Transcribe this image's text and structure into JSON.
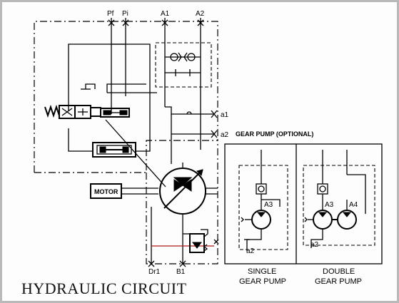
{
  "title": "HYDRAULIC CIRCUIT",
  "ports": {
    "pf": "Pf",
    "pi": "Pi",
    "a1_top": "A1",
    "a2_top": "A2",
    "a1_side": "a1",
    "a2_side": "a2",
    "dr1": "Dr1",
    "b1": "B1"
  },
  "components": {
    "motor": "MOTOR",
    "gear_pump_optional": "GEAR PUMP (OPTIONAL)"
  },
  "single_pump": {
    "port": "A3",
    "inlet": "a2",
    "caption_line1": "SINGLE",
    "caption_line2": "GEAR PUMP"
  },
  "double_pump": {
    "port_left": "A3",
    "port_right": "A4",
    "inlet": "a2",
    "caption_line1": "DOUBLE",
    "caption_line2": "GEAR PUMP"
  },
  "colors": {
    "frame_border": "#b9b9b9",
    "line": "#000000",
    "accent_line": "#b01818"
  }
}
